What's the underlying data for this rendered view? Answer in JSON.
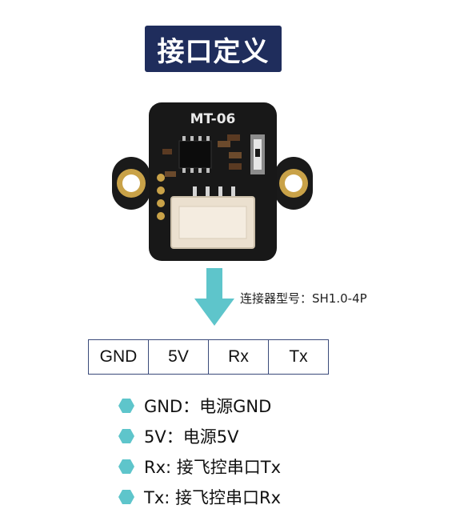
{
  "title": "接口定义",
  "board": {
    "silkscreen": "MT-06"
  },
  "connector_label": "连接器型号：SH1.0-4P",
  "pins": [
    "GND",
    "5V",
    "Rx",
    "Tx"
  ],
  "legend": [
    {
      "text": "GND：电源GND"
    },
    {
      "text": "5V：电源5V"
    },
    {
      "text": "Rx: 接飞控串口Tx"
    },
    {
      "text": "Tx: 接飞控串口Rx"
    }
  ],
  "colors": {
    "title_bg": "#1f2d5c",
    "accent": "#5ec5cb",
    "pcb": "#181818",
    "gold": "#c9a248"
  }
}
